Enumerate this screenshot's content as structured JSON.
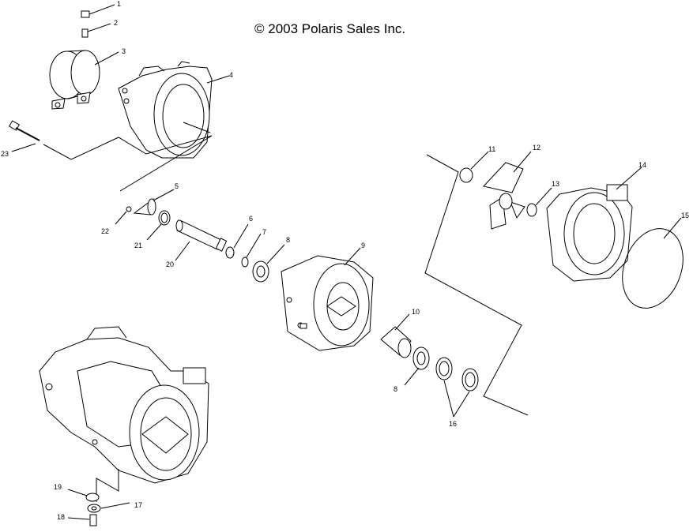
{
  "copyright": "© 2003 Polaris Sales Inc.",
  "callouts": {
    "c1": "1",
    "c2": "2",
    "c3": "3",
    "c4": "4",
    "c5": "5",
    "c6": "6",
    "c7": "7",
    "c8a": "8",
    "c8b": "8",
    "c9": "9",
    "c10": "10",
    "c11": "11",
    "c12": "12",
    "c13": "13",
    "c14": "14",
    "c15": "15",
    "c16": "16",
    "c17": "17",
    "c18": "18",
    "c19": "19",
    "c20": "20",
    "c21": "21",
    "c22": "22",
    "c23": "23"
  }
}
